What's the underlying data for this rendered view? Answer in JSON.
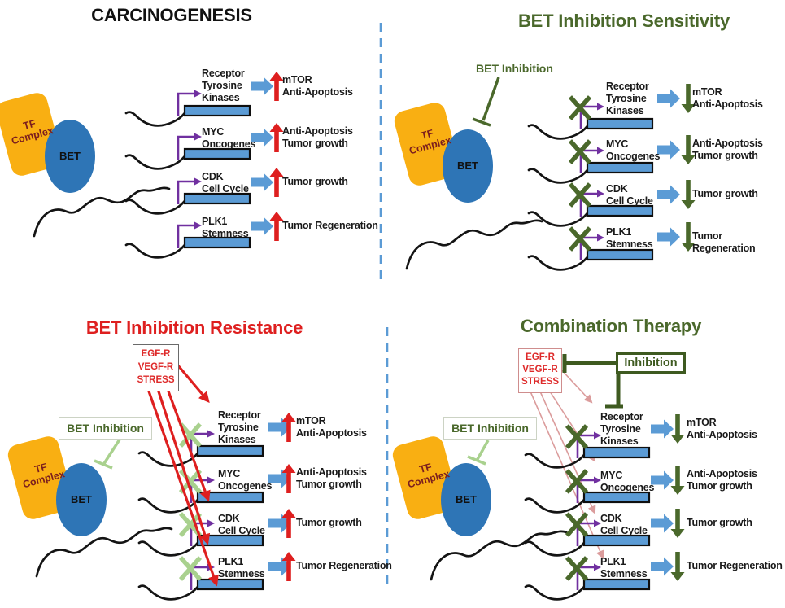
{
  "figure": {
    "type": "four-panel pathway diagram",
    "divider_style": "dashed vertical line between left and right panels"
  },
  "palette": {
    "tf_complex_yellow": "#F9AF12",
    "bet_blue": "#2E75B6",
    "gene_bar_blue": "#5B9BD5",
    "block_arrow_blue": "#5B9BD5",
    "promoter_purple": "#7030A0",
    "up_arrow_red": "#DE1F1F",
    "down_arrow_green": "#4A682B",
    "dark_green": "#4A682B",
    "faded_green": "#A9D18E",
    "faded_pink": "#DB9C9C",
    "divider_blue": "#5B9BD5",
    "tf_text_maroon": "#7B1E1E",
    "chromatin_black": "#141414"
  },
  "quadrants": [
    {
      "id": "carcinogenesis",
      "title": "CARCINOGENESIS",
      "title_color": "#111111",
      "tf_label": "TF\nComplex",
      "bet_label": "BET",
      "rows": [
        {
          "gene": "Receptor\nTyrosine\nKinases",
          "outcome": "mTOR\nAnti-Apoptosis",
          "trend": "up"
        },
        {
          "gene": "MYC\nOncogenes",
          "outcome": "Anti-Apoptosis\nTumor growth",
          "trend": "up"
        },
        {
          "gene": "CDK\nCell Cycle",
          "outcome": "Tumor growth",
          "trend": "up"
        },
        {
          "gene": "PLK1\nStemness",
          "outcome": "Tumor Regeneration",
          "trend": "up"
        }
      ]
    },
    {
      "id": "bet-inhibition-sensitivity",
      "title": "BET Inhibition Sensitivity",
      "title_color": "#4A682B",
      "bet_inhibition_label": "BET Inhibition",
      "tf_label": "TF\nComplex",
      "bet_label": "BET",
      "rows": [
        {
          "gene": "Receptor\nTyrosine\nKinases",
          "outcome": "mTOR\nAnti-Apoptosis",
          "trend": "down",
          "blocked": true
        },
        {
          "gene": "MYC\nOncogenes",
          "outcome": "Anti-Apoptosis\nTumor growth",
          "trend": "down",
          "blocked": true
        },
        {
          "gene": "CDK\nCell Cycle",
          "outcome": "Tumor growth",
          "trend": "down",
          "blocked": true
        },
        {
          "gene": "PLK1\nStemness",
          "outcome": "Tumor Regeneration",
          "trend": "down",
          "blocked": true
        }
      ]
    },
    {
      "id": "bet-inhibition-resistance",
      "title": "BET Inhibition Resistance",
      "title_color": "#DE1F1F",
      "stress_box_label": "EGF-R\nVEGF-R\nSTRESS",
      "bet_inhibition_label": "BET Inhibition",
      "tf_label": "TF\nComplex",
      "bet_label": "BET",
      "rows": [
        {
          "gene": "Receptor\nTyrosine\nKinases",
          "outcome": "mTOR\nAnti-Apoptosis",
          "trend": "up",
          "blocked": "faded"
        },
        {
          "gene": "MYC\nOncogenes",
          "outcome": "Anti-Apoptosis\nTumor growth",
          "trend": "up",
          "blocked": "faded"
        },
        {
          "gene": "CDK\nCell Cycle",
          "outcome": "Tumor growth",
          "trend": "up",
          "blocked": "faded"
        },
        {
          "gene": "PLK1\nStemness",
          "outcome": "Tumor Regeneration",
          "trend": "up",
          "blocked": "faded"
        }
      ]
    },
    {
      "id": "combination-therapy",
      "title": "Combination Therapy",
      "title_color": "#4A682B",
      "stress_box_label": "EGF-R\nVEGF-R\nSTRESS",
      "inhibition_label": "Inhibition",
      "bet_inhibition_label": "BET Inhibition",
      "tf_label": "TF\nComplex",
      "bet_label": "BET",
      "rows": [
        {
          "gene": "Receptor\nTyrosine\nKinases",
          "outcome": "mTOR\nAnti-Apoptosis",
          "trend": "down",
          "blocked": true
        },
        {
          "gene": "MYC\nOncogenes",
          "outcome": "Anti-Apoptosis\nTumor growth",
          "trend": "down",
          "blocked": true
        },
        {
          "gene": "CDK\nCell Cycle",
          "outcome": "Tumor growth",
          "trend": "down",
          "blocked": true
        },
        {
          "gene": "PLK1\nStemness",
          "outcome": "Tumor Regeneration",
          "trend": "down",
          "blocked": true
        }
      ]
    }
  ]
}
